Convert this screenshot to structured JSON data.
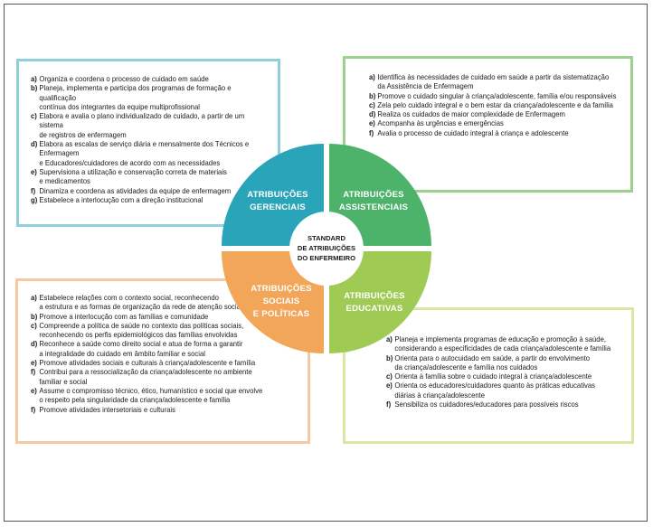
{
  "colors": {
    "gerenciais": "#2aa4b8",
    "assistenciais": "#4db26a",
    "sociais": "#f2a65a",
    "educativas": "#9fcb55",
    "box_gerenciais": "#8fd0dc",
    "box_assistenciais": "#9bd08f",
    "box_sociais": "#f6c9a3",
    "box_educativas": "#d8e8a4"
  },
  "center": {
    "line1": "STANDARD",
    "line2": "DE ATRIBUIÇÕES",
    "line3": "DO ENFERMEIRO"
  },
  "quadrants": {
    "gerenciais": [
      "ATRIBUIÇÕES",
      "GERENCIAIS"
    ],
    "assistenciais": [
      "ATRIBUIÇÕES",
      "ASSISTENCIAIS"
    ],
    "sociais": [
      "ATRIBUIÇÕES",
      "SOCIAIS",
      "E POLÍTICAS"
    ],
    "educativas": [
      "ATRIBUIÇÕES",
      "EDUCATIVAS"
    ]
  },
  "boxes": {
    "gerenciais": [
      {
        "key": "a)",
        "text": "Organiza e coordena o processo de cuidado em saúde"
      },
      {
        "key": "b)",
        "text": "Planeja, implementa e participa dos programas de formação e qualificação\ncontínua dos integrantes da equipe multiprofissional"
      },
      {
        "key": "c)",
        "text": "Elabora e avalia o plano individualizado de cuidado, a partir de um sistema\nde registros de enfermagem"
      },
      {
        "key": "d)",
        "text": "Elabora as escalas de serviço diária e mensalmente dos Técnicos e Enfermagem\ne Educadores/cuidadores de acordo com as necessidades"
      },
      {
        "key": "e)",
        "text": "Supervisiona a utilização e conservação correta de materiais\ne medicamentos"
      },
      {
        "key": "f)",
        "text": "Dinamiza e coordena as atividades da equipe de enfermagem"
      },
      {
        "key": "g)",
        "text": "Estabelece a interlocução com a direção institucional"
      }
    ],
    "assistenciais": [
      {
        "key": "a)",
        "text": "Identifica às necessidades de cuidado em saúde a partir da sistematização\nda Assistência de Enfermagem"
      },
      {
        "key": "b)",
        "text": "Promove o cuidado singular à criança/adolescente, família e/ou responsáveis"
      },
      {
        "key": "c)",
        "text": "Zela pelo cuidado integral e o bem estar da criança/adolescente e da família"
      },
      {
        "key": "d)",
        "text": "Realiza os cuidados de maior complexidade de Enfermagem"
      },
      {
        "key": "e)",
        "text": "Acompanha às urgências e emergências"
      },
      {
        "key": "f)",
        "text": "Avalia o processo de cuidado integral à criança e adolescente"
      }
    ],
    "sociais": [
      {
        "key": "a)",
        "text": "Estabelece relações com o contexto social, reconhecendo\na estrutura e as formas de organização da rede de atenção social"
      },
      {
        "key": "b)",
        "text": "Promove a interlocução com as famílias e comunidade"
      },
      {
        "key": "c)",
        "text": "Compreende a política de saúde no contexto das políticas sociais,\nreconhecendo os perfis epidemiológicos das famílias envolvidas"
      },
      {
        "key": "d)",
        "text": "Reconhece a saúde como direito social e atua de forma a garantir\na integralidade do cuidado em âmbito familiar e social"
      },
      {
        "key": "e)",
        "text": "Promove atividades sociais e culturais à criança/adolescente e família"
      },
      {
        "key": "f)",
        "text": "Contribui para a ressocialização da criança/adolescente no ambiente\nfamiliar e social"
      },
      {
        "key": "e)",
        "text": "Assume o compromisso técnico, ético, humanístico e social que envolve\no respeito pela singularidade da criança/adolescente e família"
      },
      {
        "key": "f)",
        "text": "Promove atividades intersetoriais e culturais"
      }
    ],
    "educativas": [
      {
        "key": "a)",
        "text": "Planeja e implementa programas de educação e promoção à saúde,\nconsiderando a especificidades  de cada criança/adolescente e família"
      },
      {
        "key": "b)",
        "text": "Orienta para o autocuidado em saúde, a partir do envolvimento\nda criança/adolescente e família nos cuidados"
      },
      {
        "key": "c)",
        "text": "Orienta à família sobre o cuidado integral à criança/adolescente"
      },
      {
        "key": "e)",
        "text": "Orienta os educadores/cuidadores quanto às práticas educativas\ndiárias à criança/adolescente"
      },
      {
        "key": "f)",
        "text": "Sensibiliza os cuidadores/educadores para possíveis riscos"
      }
    ]
  }
}
